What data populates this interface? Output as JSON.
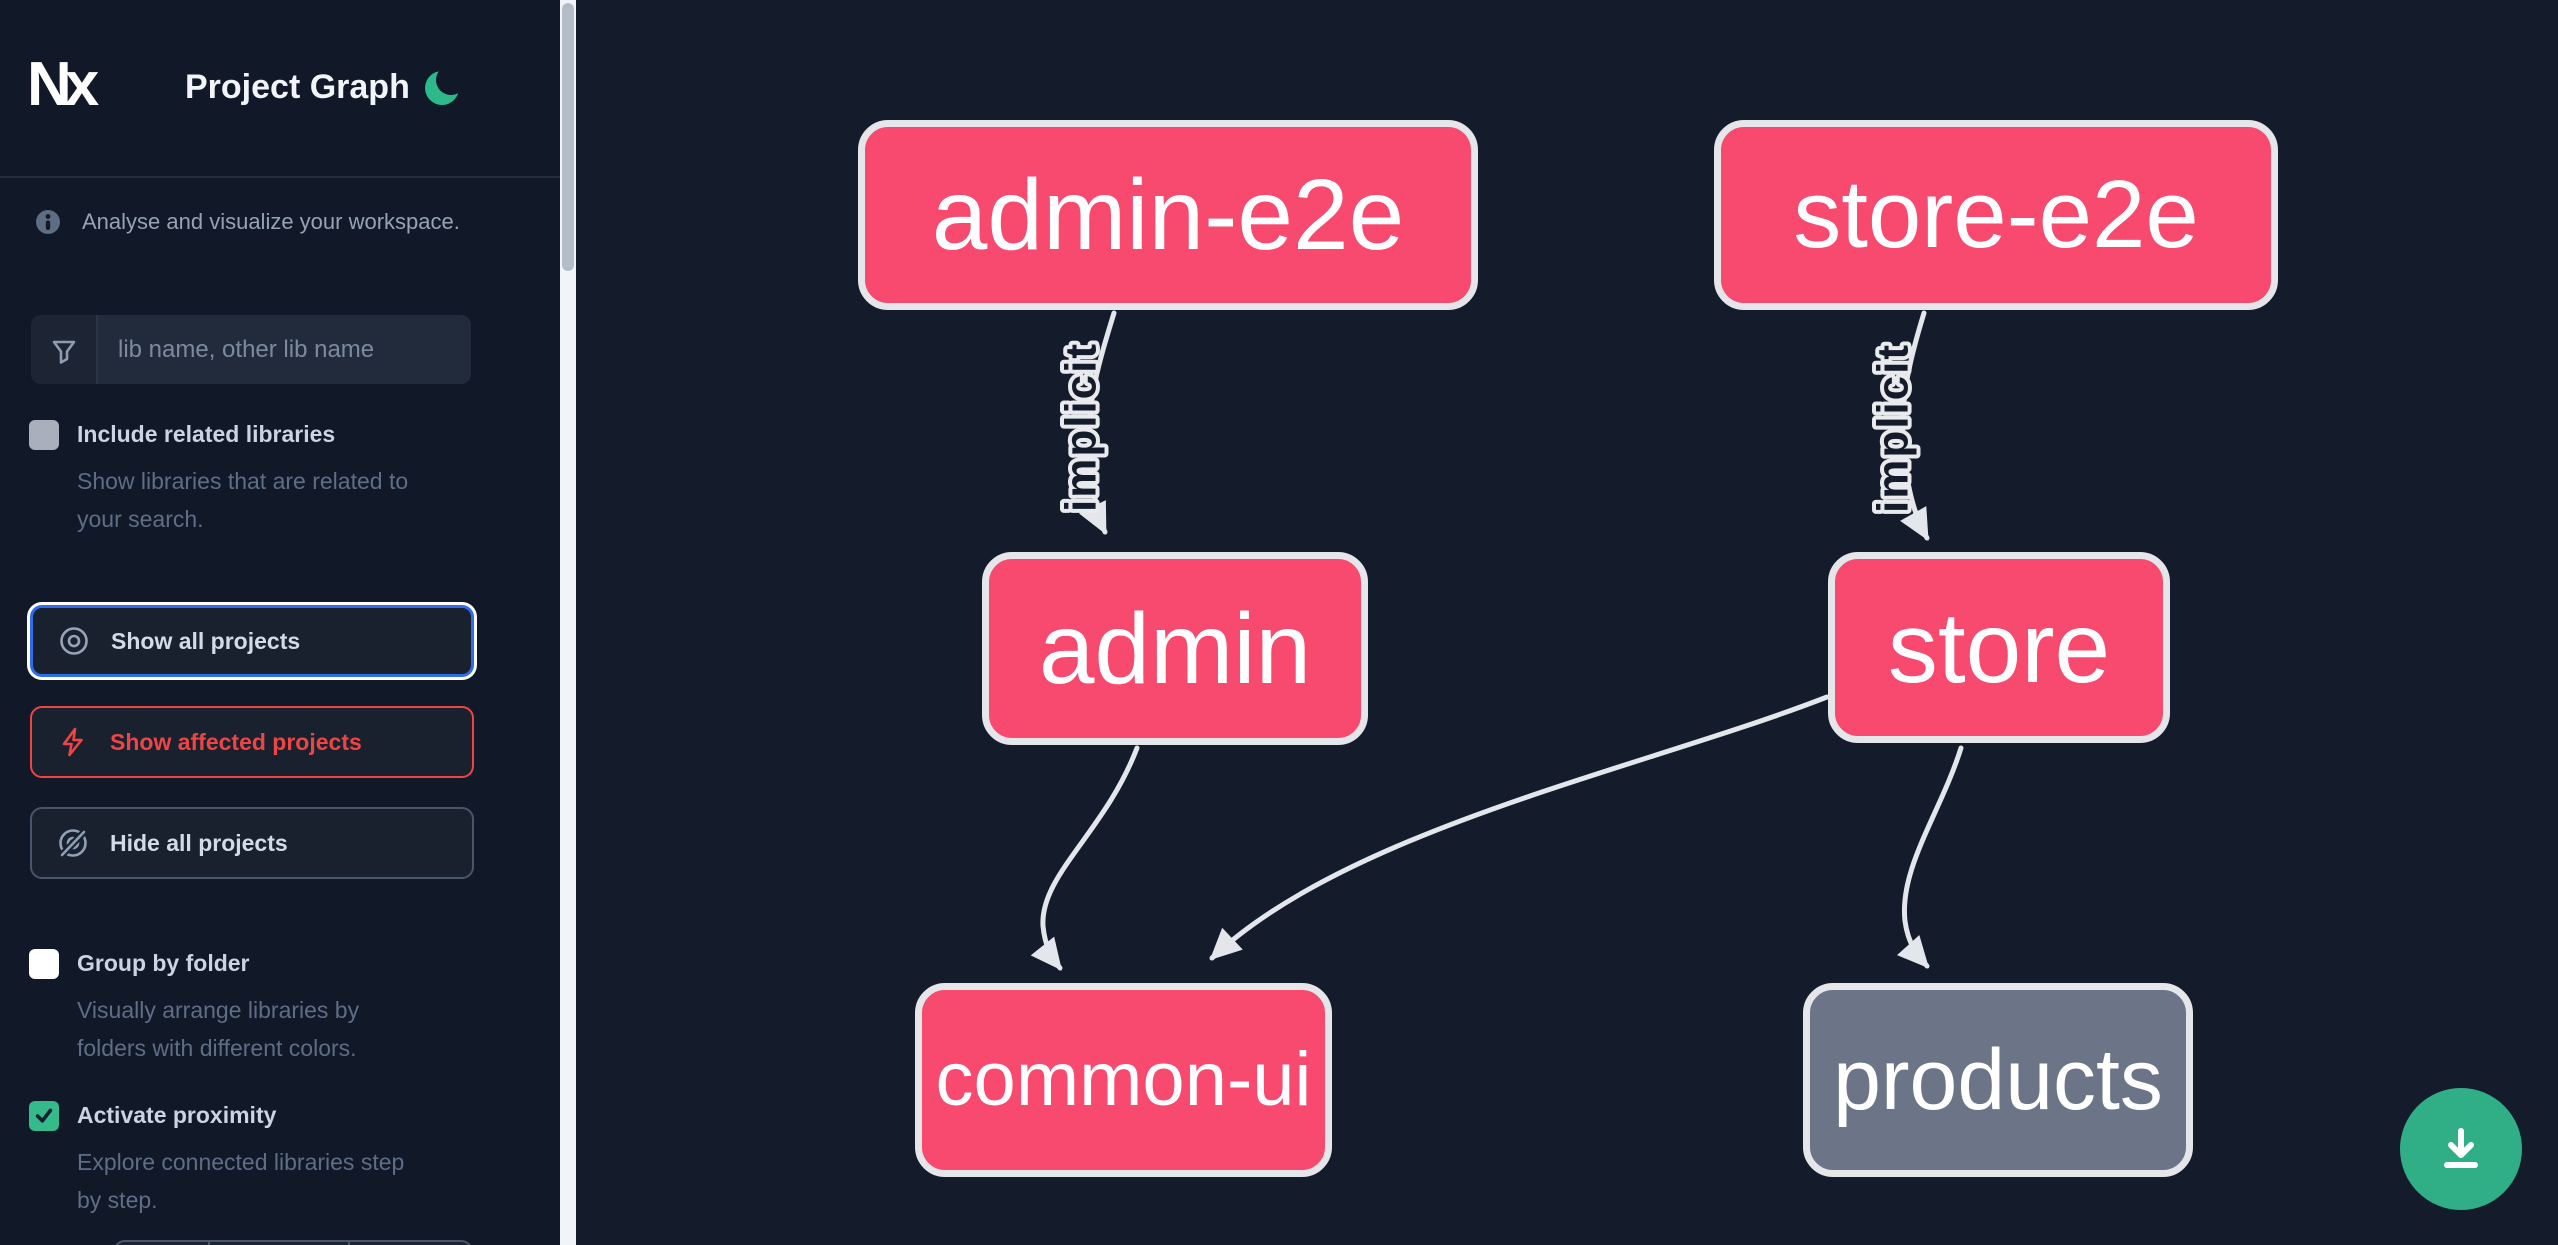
{
  "header": {
    "logo_text": "Nx",
    "title": "Project Graph",
    "theme_toggle_icon": "moon-icon"
  },
  "sidebar": {
    "tagline": "Analyse and visualize your workspace.",
    "search": {
      "icon": "filter-funnel-icon",
      "placeholder": "lib name, other lib name"
    },
    "options": [
      {
        "label": "Include related libraries",
        "desc_line1": "Show libraries that are related to",
        "desc_line2": "your search.",
        "checked": false
      },
      {
        "label": "Group by folder",
        "desc_line1": "Visually arrange libraries by",
        "desc_line2": "folders with different colors.",
        "checked": false
      },
      {
        "label": "Activate proximity",
        "desc_line1": "Explore connected libraries step",
        "desc_line2": "by step.",
        "checked": true
      }
    ],
    "actions": [
      {
        "label": "Show all projects",
        "icon": "eye-icon",
        "state": "selected"
      },
      {
        "label": "Show affected projects",
        "icon": "bolt-icon",
        "state": "default"
      },
      {
        "label": "Hide all projects",
        "icon": "eye-off-icon",
        "state": "default"
      }
    ]
  },
  "graph": {
    "nodes": [
      {
        "id": "admin-e2e",
        "label": "admin-e2e",
        "color": "#f8496e"
      },
      {
        "id": "store-e2e",
        "label": "store-e2e",
        "color": "#f8496e"
      },
      {
        "id": "admin",
        "label": "admin",
        "color": "#f8496e"
      },
      {
        "id": "store",
        "label": "store",
        "color": "#f8496e"
      },
      {
        "id": "common-ui",
        "label": "common-ui",
        "color": "#f8496e"
      },
      {
        "id": "products",
        "label": "products",
        "color": "#6b7587"
      }
    ],
    "edges": [
      {
        "from": "admin-e2e",
        "to": "admin",
        "label": "implicit"
      },
      {
        "from": "store-e2e",
        "to": "store",
        "label": "implicit"
      },
      {
        "from": "admin",
        "to": "common-ui",
        "label": ""
      },
      {
        "from": "store",
        "to": "common-ui",
        "label": ""
      },
      {
        "from": "store",
        "to": "products",
        "label": ""
      }
    ]
  },
  "fab": {
    "icon": "download-icon"
  },
  "colors": {
    "sidebar_bg": "#111827",
    "canvas_bg": "#141b2b",
    "node_pink": "#f8496e",
    "node_gray": "#6b7587",
    "node_border": "#e4e6ea",
    "edge": "#e3e6ea",
    "accent_green": "#30af86",
    "accent_blue": "#2f6ceb",
    "accent_red": "#ef4444"
  }
}
